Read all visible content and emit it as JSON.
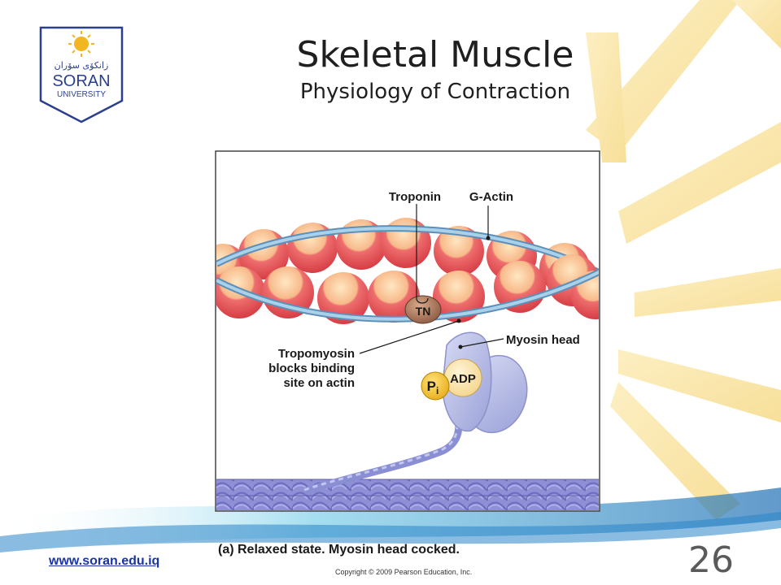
{
  "slide": {
    "title": "Skeletal Muscle",
    "subtitle": "Physiology of Contraction",
    "slide_number": "26",
    "website": "www.soran.edu.iq",
    "logo": {
      "arabic_text": "زانكۆی سۆران",
      "name": "SORAN",
      "subname": "UNIVERSITY",
      "icon": "sun-emblem-icon"
    }
  },
  "diagram": {
    "labels": {
      "troponin": "Troponin",
      "g_actin": "G-Actin",
      "tn": "TN",
      "myosin_head": "Myosin head",
      "tropomyosin_line1": "Tropomyosin",
      "tropomyosin_line2": "blocks binding",
      "tropomyosin_line3": "site on actin",
      "adp": "ADP",
      "pi_main": "P",
      "pi_sub": "i"
    },
    "caption": "(a) Relaxed state. Myosin head cocked.",
    "copyright": "Copyright © 2009 Pearson Education, Inc."
  },
  "colors": {
    "accent_blue": "#1a33a6",
    "actin_red": "#e8515a",
    "actin_peach": "#fbd8a6",
    "tropomyosin_blue": "#8ab8d8",
    "myosin_purple": "#b3b8e3"
  }
}
